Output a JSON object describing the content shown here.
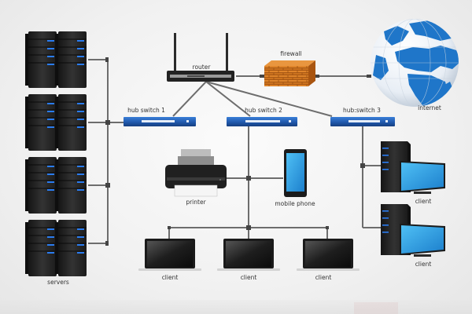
{
  "title": "Computer network diagram",
  "colors": {
    "accent_blue": "#1c6fcf",
    "switch_blue": "#1f56a8",
    "firewall_orange": "#d47a25",
    "server_dark": "#232323",
    "led_blue": "#2a7cf0",
    "cable_gray": "#6d6d6d",
    "screen_blue": "#2a9ee6"
  },
  "nodes": {
    "router": {
      "label": "router",
      "icon": "router-icon"
    },
    "firewall": {
      "label": "firewall",
      "icon": "brick-wall-icon"
    },
    "internet": {
      "label": "internet",
      "icon": "globe-icon"
    },
    "switches": [
      {
        "label": "hub switch 1",
        "icon": "network-switch-icon"
      },
      {
        "label": "hub switch 2",
        "icon": "network-switch-icon"
      },
      {
        "label": "hub:switch 3",
        "icon": "network-switch-icon"
      }
    ],
    "servers": {
      "label": "servers",
      "icon": "server-rack-icon",
      "count": 8
    },
    "printer": {
      "label": "printer",
      "icon": "printer-icon"
    },
    "mobile": {
      "label": "mobile phone",
      "icon": "smartphone-icon"
    },
    "laptops": [
      {
        "label": "client",
        "icon": "laptop-icon"
      },
      {
        "label": "client",
        "icon": "laptop-icon"
      },
      {
        "label": "client",
        "icon": "laptop-icon"
      }
    ],
    "desktops": [
      {
        "label": "client",
        "icon": "desktop-computer-icon"
      },
      {
        "label": "client",
        "icon": "desktop-computer-icon"
      }
    ]
  },
  "connections": [
    [
      "router",
      "firewall"
    ],
    [
      "firewall",
      "internet"
    ],
    [
      "router",
      "hub switch 1"
    ],
    [
      "router",
      "hub switch 2"
    ],
    [
      "router",
      "hub:switch 3"
    ],
    [
      "hub switch 1",
      "servers"
    ],
    [
      "hub switch 2",
      "printer"
    ],
    [
      "hub switch 2",
      "mobile phone"
    ],
    [
      "hub switch 2",
      "client laptops"
    ],
    [
      "hub:switch 3",
      "client desktops"
    ]
  ]
}
